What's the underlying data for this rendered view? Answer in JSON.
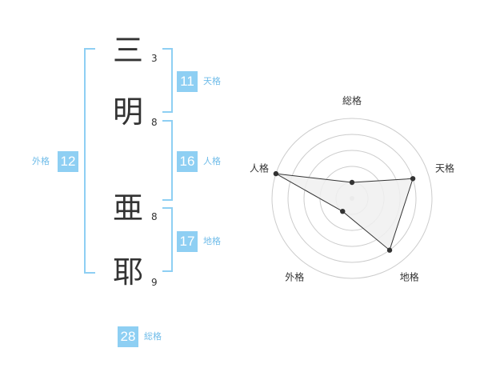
{
  "name": {
    "chars": [
      {
        "char": "三",
        "strokes": "3"
      },
      {
        "char": "明",
        "strokes": "8"
      },
      {
        "char": "亜",
        "strokes": "8"
      },
      {
        "char": "耶",
        "strokes": "9"
      }
    ]
  },
  "fortune": {
    "tenkaku": {
      "value": "11",
      "label": "天格"
    },
    "jinkaku": {
      "value": "16",
      "label": "人格"
    },
    "chikaku": {
      "value": "17",
      "label": "地格"
    },
    "gaikaku": {
      "value": "12",
      "label": "外格"
    },
    "soukaku": {
      "value": "28",
      "label": "総格"
    }
  },
  "chart_data": {
    "type": "radar",
    "axes": [
      "総格",
      "天格",
      "地格",
      "外格",
      "人格"
    ],
    "values": [
      1,
      4,
      4,
      1,
      5
    ],
    "rmax": 5,
    "rings": 5,
    "colors": {
      "fill": "#f0f0f0",
      "line": "#333333",
      "grid": "#cccccc",
      "point": "#333333",
      "center": "#cccccc"
    }
  }
}
